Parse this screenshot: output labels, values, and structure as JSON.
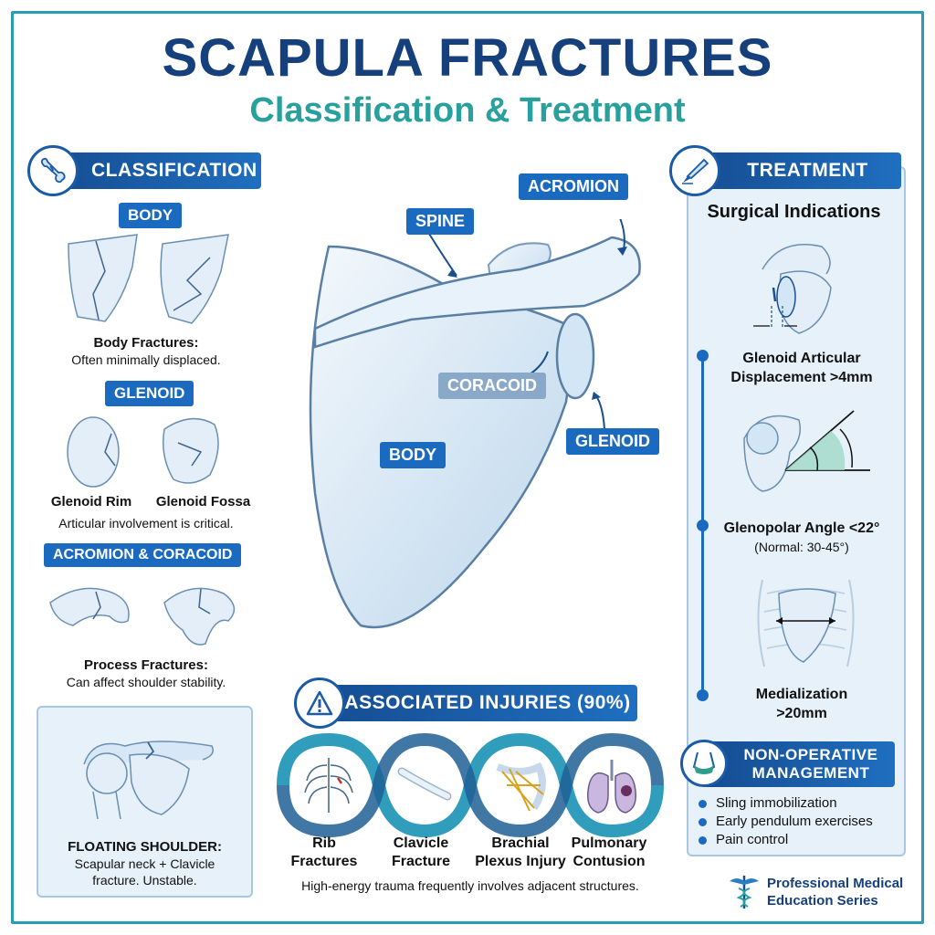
{
  "header": {
    "title": "SCAPULA FRACTURES",
    "subtitle": "Classification & Treatment"
  },
  "classification": {
    "heading": "CLASSIFICATION",
    "icon": "bone-fracture-icon",
    "body": {
      "tag": "BODY",
      "caption_bold": "Body Fractures:",
      "caption": "Often minimally displaced."
    },
    "glenoid": {
      "tag": "GLENOID",
      "label_rim": "Glenoid Rim",
      "label_fossa": "Glenoid Fossa",
      "caption": "Articular involvement is critical."
    },
    "processes": {
      "tag": "ACROMION & CORACOID",
      "caption_bold": "Process Fractures:",
      "caption": "Can affect shoulder stability."
    },
    "floating": {
      "caption_bold": "FLOATING SHOULDER:",
      "caption_line1": "Scapular neck + Clavicle",
      "caption_line2": "fracture. Unstable."
    }
  },
  "anatomy": {
    "labels": {
      "spine": "SPINE",
      "acromion": "ACROMION",
      "coracoid": "CORACOID",
      "body": "BODY",
      "glenoid": "GLENOID"
    }
  },
  "associated": {
    "heading": "ASSOCIATED INJURIES (90%)",
    "icon": "warning-icon",
    "items": [
      {
        "line1": "Rib",
        "line2": "Fractures",
        "icon": "ribcage-icon"
      },
      {
        "line1": "Clavicle",
        "line2": "Fracture",
        "icon": "clavicle-bone-icon"
      },
      {
        "line1": "Brachial",
        "line2": "Plexus Injury",
        "icon": "nerve-plexus-icon"
      },
      {
        "line1": "Pulmonary",
        "line2": "Contusion",
        "icon": "lungs-icon"
      }
    ],
    "footnote": "High-energy trauma frequently involves adjacent structures."
  },
  "treatment": {
    "heading": "TREATMENT",
    "icon": "scalpel-icon",
    "surgical_title": "Surgical Indications",
    "indications": [
      {
        "line1": "Glenoid Articular",
        "line2": "Displacement >4mm"
      },
      {
        "line1": "Glenopolar Angle <22°",
        "line2": "(Normal: 30-45°)"
      },
      {
        "line1": "Medialization",
        "line2": ">20mm"
      }
    ],
    "nonop": {
      "heading_line1": "NON-OPERATIVE",
      "heading_line2": "MANAGEMENT",
      "icon": "sling-icon",
      "items": [
        "Sling immobilization",
        "Early pendulum exercises",
        "Pain control"
      ]
    }
  },
  "footer": {
    "line1": "Professional Medical",
    "line2": "Education Series",
    "icon": "caduceus-icon"
  },
  "colors": {
    "navy": "#15407c",
    "teal": "#28a19e",
    "blue": "#1a6ac0",
    "panel": "#e6f1f9"
  }
}
